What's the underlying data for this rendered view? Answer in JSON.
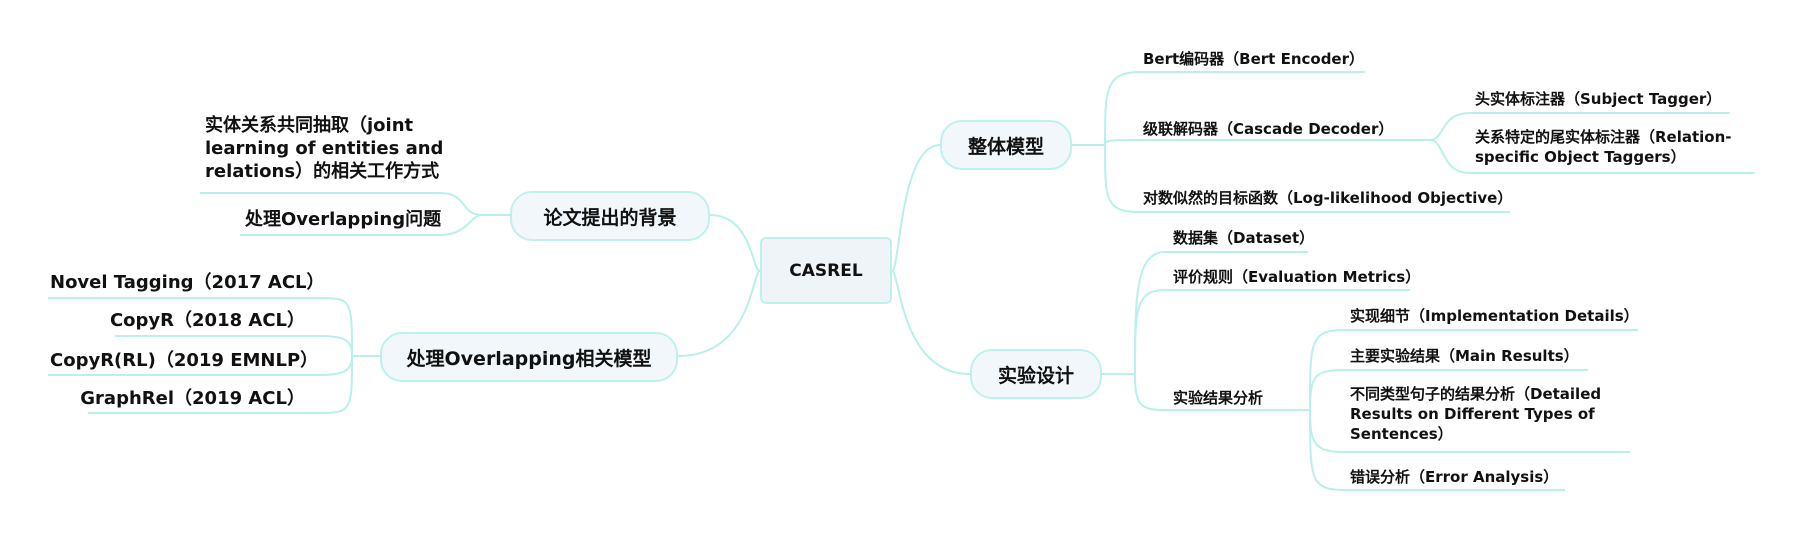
{
  "colors": {
    "edge": "#b9f0ea",
    "node_border": "#bdf2ec",
    "node_fill": "#f1f7fb",
    "root_fill": "#eef4f8"
  },
  "root": {
    "label": "CASREL"
  },
  "branches": {
    "overall_model": {
      "label": "整体模型",
      "bert": "Bert编码器（Bert Encoder）",
      "cascade": "级联解码器（Cascade Decoder）",
      "subject_tagger": "头实体标注器（Subject Tagger）",
      "object_tagger": "关系特定的尾实体标注器（Relation-specific Object Taggers）",
      "objective": "对数似然的目标函数（Log-likelihood Objective）"
    },
    "experiment": {
      "label": "实验设计",
      "dataset": "数据集（Dataset）",
      "metrics": "评价规则（Evaluation Metrics）",
      "analysis": "实验结果分析",
      "impl": "实现细节（Implementation Details）",
      "main_results": "主要实验结果（Main Results）",
      "detailed": "不同类型句子的结果分析（Detailed Results on Different Types of Sentences）",
      "error": "错误分析（Error Analysis）"
    },
    "background": {
      "label": "论文提出的背景",
      "joint": "实体关系共同抽取（joint learning of entities and relations）的相关工作方式",
      "overlap": "处理Overlapping问题"
    },
    "overlap_models": {
      "label": "处理Overlapping相关模型",
      "novel": "Novel Tagging（2017 ACL）",
      "copyr": "CopyR（2018 ACL）",
      "copyr_rl": "CopyR(RL)（2019 EMNLP）",
      "graphrel": "GraphRel（2019 ACL）"
    }
  }
}
